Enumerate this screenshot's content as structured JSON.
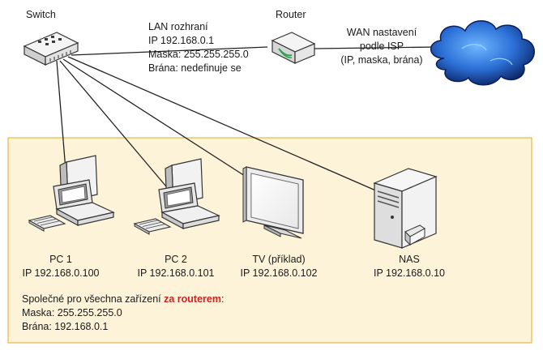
{
  "switch": {
    "label": "Switch",
    "icon": "network-switch-icon"
  },
  "router": {
    "label": "Router",
    "icon": "router-icon"
  },
  "lan": {
    "lines": [
      "LAN rozhraní",
      "IP 192.168.0.1",
      "Maska: 255.255.255.0",
      "Brána: nedefinuje se"
    ]
  },
  "wan": {
    "lines": [
      "WAN nastavení",
      "podle ISP",
      "(IP, maska, brána)"
    ],
    "icon": "internet-cloud-icon"
  },
  "devices": [
    {
      "name": "PC 1",
      "ip": "IP 192.168.0.100",
      "icon": "desktop-pc-icon"
    },
    {
      "name": "PC 2",
      "ip": "IP 192.168.0.101",
      "icon": "desktop-pc-icon"
    },
    {
      "name": "TV (příklad)",
      "ip": "IP 192.168.0.102",
      "icon": "tv-monitor-icon"
    },
    {
      "name": "NAS",
      "ip": "IP 192.168.0.10",
      "icon": "nas-server-icon"
    }
  ],
  "common": {
    "prefix": "Společné pro všechna zařízení ",
    "highlight": "za routerem",
    "suffix": ":",
    "mask": "Maska: 255.255.255.0",
    "gateway": "Brána: 192.168.0.1"
  },
  "colors": {
    "lan_zone_fill": "#fdf3d8",
    "lan_zone_border": "#e8b840",
    "highlight": "#d42020",
    "cloud": "#2b6fd6"
  }
}
